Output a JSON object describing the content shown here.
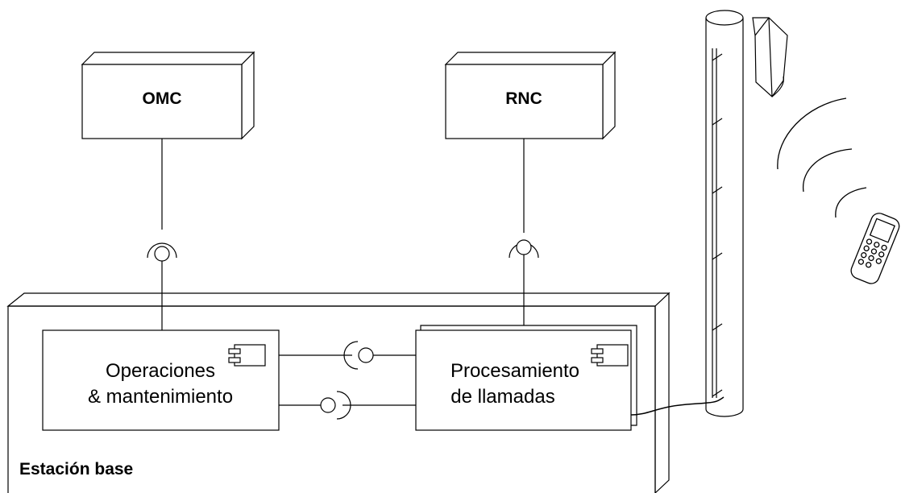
{
  "nodes": {
    "omc": "OMC",
    "rnc": "RNC",
    "base_station": "Estación base"
  },
  "components": {
    "om": {
      "line1": "Operaciones",
      "line2": "& mantenimiento"
    },
    "cp": {
      "line1": "Procesamiento",
      "line2": "de llamadas"
    }
  },
  "icons": [
    "component-icon",
    "antenna-tower-icon",
    "radio-waves-icon",
    "mobile-phone-icon"
  ]
}
